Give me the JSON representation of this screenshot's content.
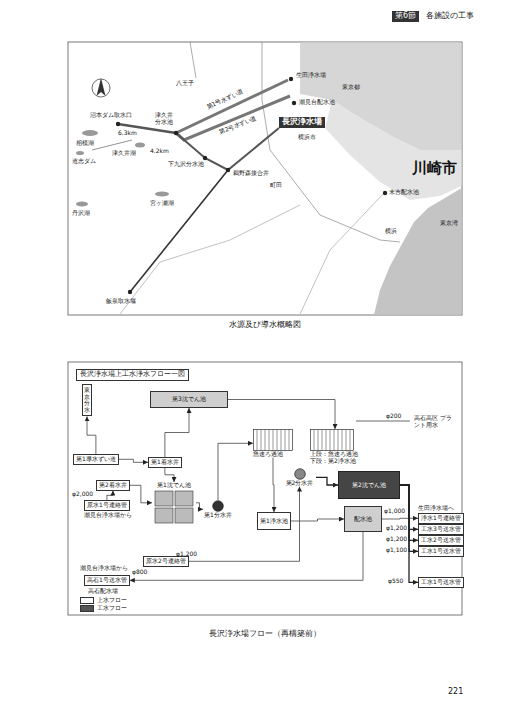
{
  "diagram": {
    "nodes": [
      {
        "text": [
          "長沢浄水場"
        ]
      },
      {
        "text": [
          "長沢浄水場上工水浄水フロー一図"
        ]
      },
      {
        "text": [
          "第3沈でん池"
        ]
      },
      {
        "text": [
          "東京分水"
        ]
      },
      {
        "text": [
          "第1導水ずい道"
        ]
      },
      {
        "text": [
          "第1着水井"
        ]
      },
      {
        "text": [
          "第2着水井"
        ]
      },
      {
        "text": [
          "原水1号連絡管"
        ]
      },
      {
        "text": [
          "第1沈でん池"
        ]
      },
      {
        "text": [
          "第1分水井"
        ]
      },
      {
        "text": [
          "急速ろ過池"
        ]
      },
      {
        "text": [
          "上段：急速ろ過池 下段：第2浄水池"
        ]
      },
      {
        "text": [
          "第2分水井"
        ]
      },
      {
        "text": [
          "第1浄水池"
        ]
      },
      {
        "text": [
          "第2沈でん池"
        ]
      },
      {
        "text": [
          "配水池"
        ]
      },
      {
        "text": [
          "原水2号連絡管"
        ]
      },
      {
        "text": [
          "高石1号送水管"
        ]
      },
      {
        "text": [
          "浄水1号連絡管"
        ]
      },
      {
        "text": [
          "工水3号送水管"
        ]
      },
      {
        "text": [
          "工水2号送水管"
        ]
      },
      {
        "text": [
          "工水1号送水管"
        ]
      },
      {
        "text": [
          "工水1号送水管"
        ]
      }
    ],
    "edges": [
      {
        "from": 4,
        "to": 5,
        "arrow": "to"
      },
      {
        "from": 4,
        "to": 3,
        "arrow": "to"
      },
      {
        "from": 5,
        "to": 2,
        "arrow": "to"
      },
      {
        "from": 5,
        "to": 8,
        "arrow": "to"
      },
      {
        "from": 6,
        "to": 8,
        "arrow": "to"
      },
      {
        "from": 7,
        "to": 6,
        "arrow": "to"
      },
      {
        "from": 8,
        "to": 9,
        "arrow": "to"
      },
      {
        "from": 9,
        "to": 10,
        "arrow": "to"
      },
      {
        "from": 2,
        "to": 11,
        "arrow": "to"
      },
      {
        "from": 10,
        "to": 13,
        "arrow": "to"
      },
      {
        "from": 12,
        "to": 14,
        "arrow": "to"
      },
      {
        "from": 13,
        "to": 15,
        "arrow": "to"
      },
      {
        "from": 15,
        "to": 18,
        "arrow": "to"
      },
      {
        "from": 14,
        "to": 19,
        "arrow": "to"
      },
      {
        "from": 14,
        "to": 20,
        "arrow": "to"
      },
      {
        "from": 14,
        "to": 21,
        "arrow": "to"
      },
      {
        "from": 16,
        "to": 12,
        "arrow": "to"
      },
      {
        "from": 15,
        "to": 17,
        "arrow": "to"
      },
      {
        "from": 14,
        "to": 22,
        "arrow": "to"
      }
    ],
    "labels": [
      "第6節",
      "各施設の工事",
      "八王子",
      "沼本ダム取水口",
      "6.3km",
      "津久井分水池",
      "相模湖",
      "津久井湖",
      "4.2km",
      "道志ダム",
      "第1号水ずい道",
      "第2号水ずい道",
      "生田浄水場",
      "東京都",
      "潮見台配水池",
      "横浜市",
      "下九沢分水池",
      "鵜野森接合井",
      "町田",
      "末吉配水池",
      "川崎市",
      "東京湾",
      "宮ヶ瀬湖",
      "丹沢湖",
      "横浜",
      "飯泉取水堰",
      "水源及び導水概略図",
      "φ200",
      "高石高区 プラント用水",
      "φ2,000",
      "潮見台浄水場から",
      "φ1,200",
      "潮見台浄水場から",
      "φ800",
      "高石配水場",
      "φ1,000",
      "生田浄水場へ",
      "φ1,200",
      "φ1,200",
      "φ1,100",
      "φ550",
      "長沢浄水場フロー（再構築前）",
      "221"
    ],
    "legend": [
      {
        "text": "上水フロー",
        "color": "#ffffff"
      },
      {
        "text": "工水フロー",
        "color": "#555555"
      }
    ]
  }
}
